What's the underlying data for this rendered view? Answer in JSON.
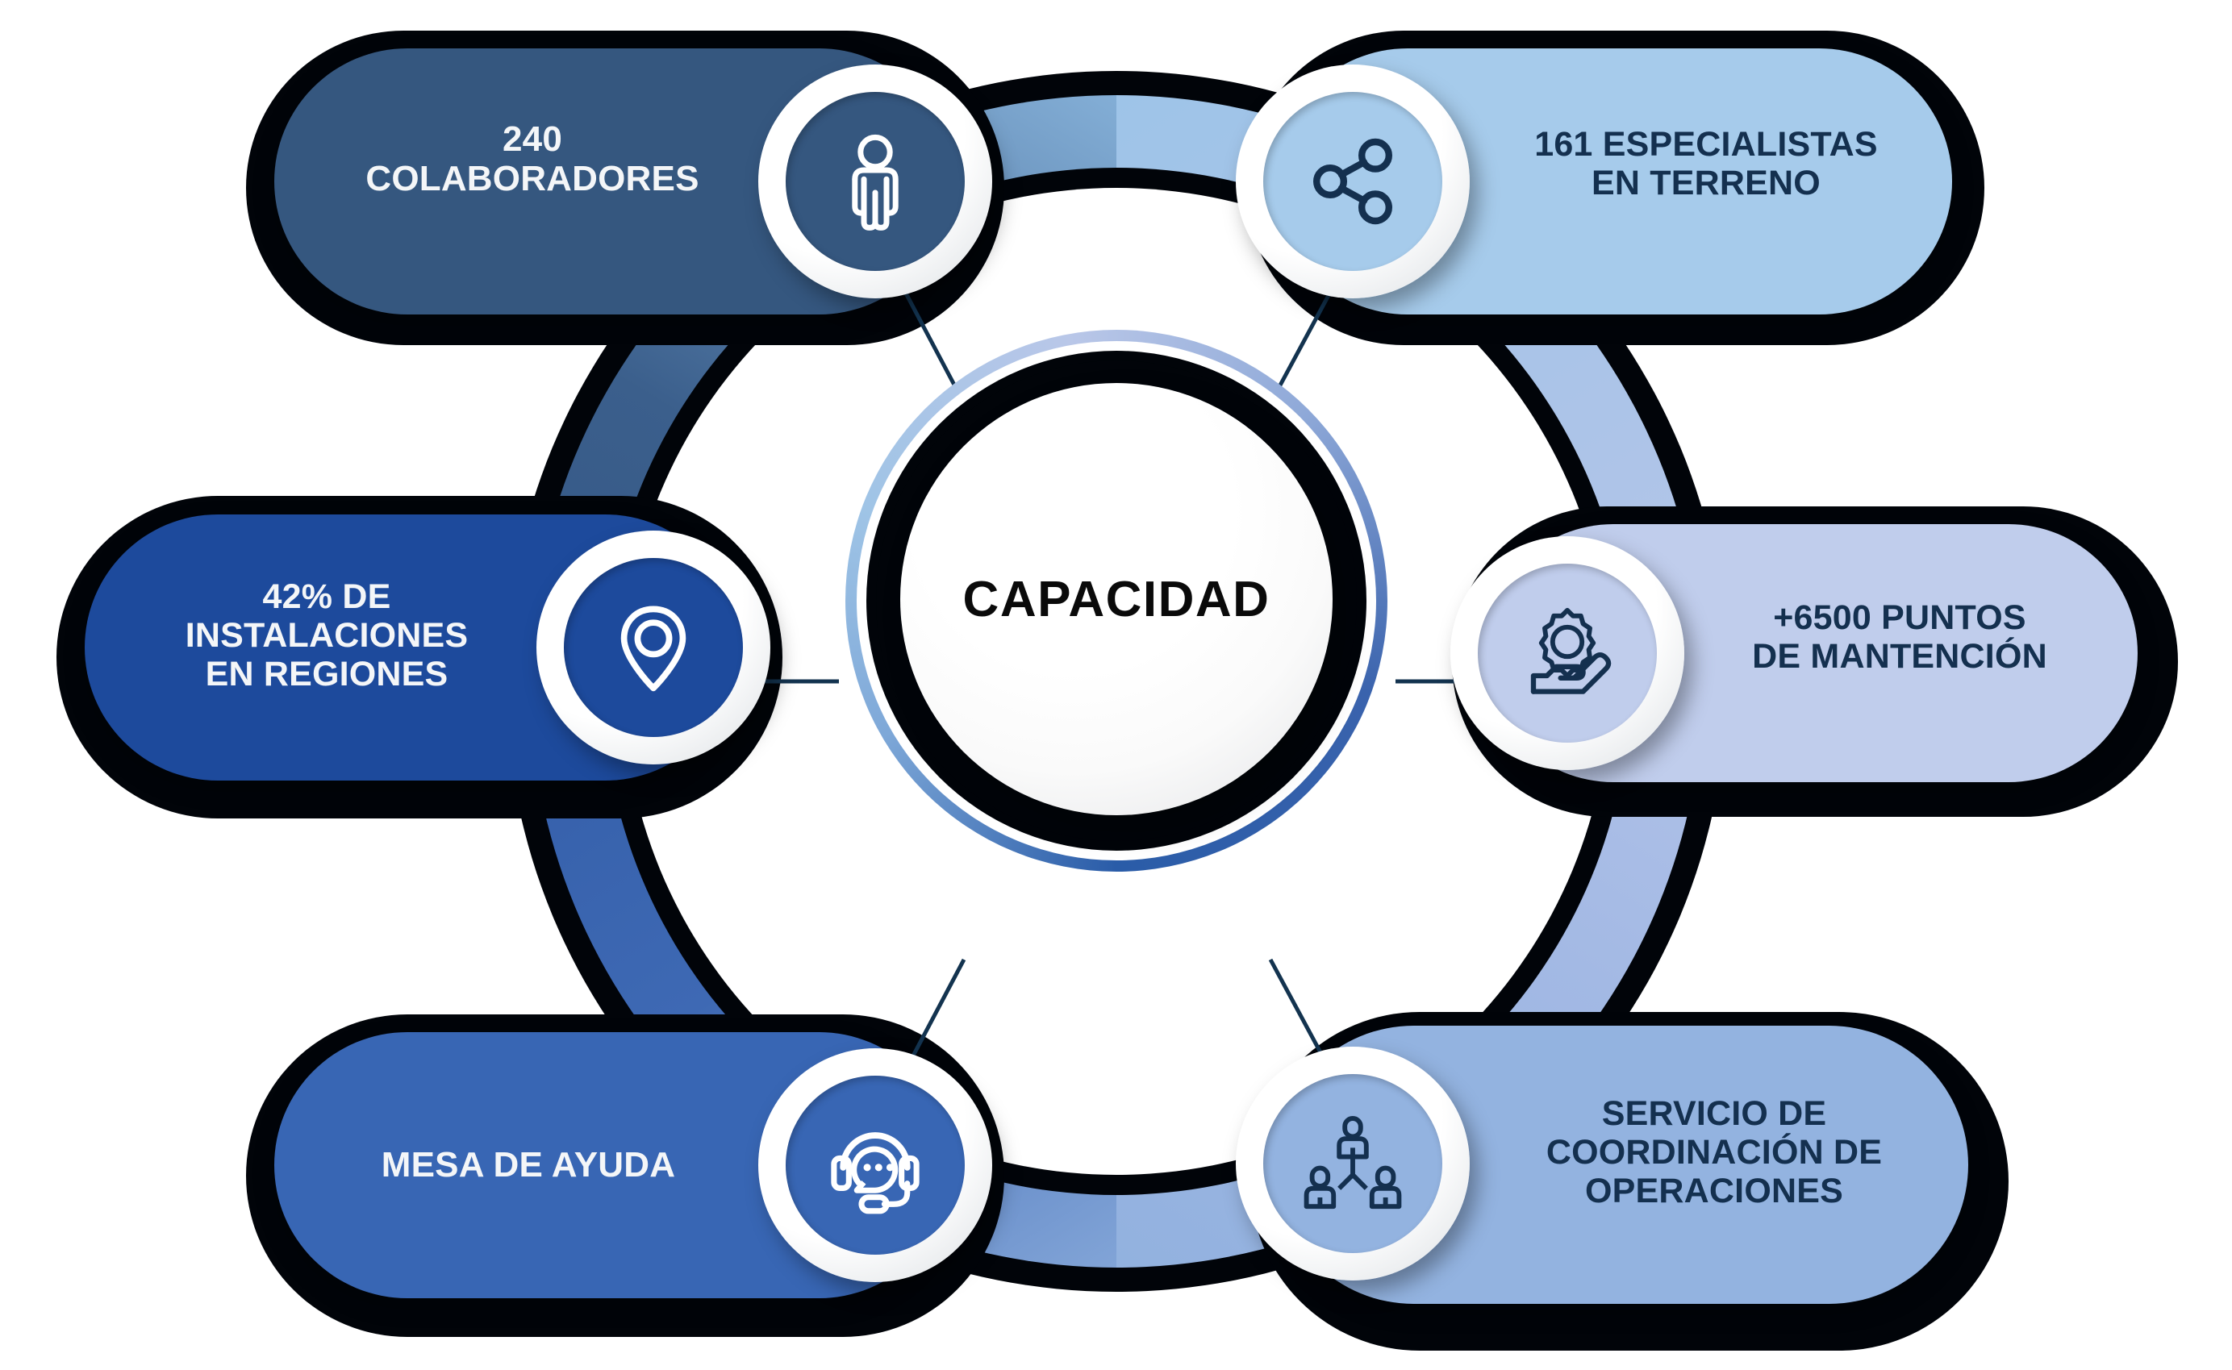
{
  "diagram": {
    "center": {
      "label": "CAPACIDAD",
      "text_color": "#0a0a0a",
      "fill": "#ffffff"
    },
    "nodes": [
      {
        "id": "colaboradores",
        "label": "240\nCOLABORADORES",
        "icon": "person-icon",
        "fill": "#35577f",
        "text_color": "#f4f6f8",
        "icon_color": "#ffffff",
        "position": "top-left"
      },
      {
        "id": "especialistas",
        "label": "161 ESPECIALISTAS\nEN TERRENO",
        "icon": "share-network-icon",
        "fill": "#a6cbeb",
        "text_color": "#14304f",
        "icon_color": "#14304f",
        "position": "top-right"
      },
      {
        "id": "instalaciones",
        "label": "42% DE\nINSTALACIONES\nEN REGIONES",
        "icon": "location-pin-icon",
        "fill": "#1d4a9c",
        "text_color": "#f4f6f8",
        "icon_color": "#ffffff",
        "position": "middle-left"
      },
      {
        "id": "mantencion",
        "label": "+6500 PUNTOS\nDE MANTENCIÓN",
        "icon": "hand-gear-icon",
        "fill": "#c0cdec",
        "text_color": "#14304f",
        "icon_color": "#14304f",
        "position": "middle-right"
      },
      {
        "id": "mesa-ayuda",
        "label": "MESA DE AYUDA",
        "icon": "headset-support-icon",
        "fill": "#3866b4",
        "text_color": "#f4f6f8",
        "icon_color": "#ffffff",
        "position": "bottom-left"
      },
      {
        "id": "coordinacion",
        "label": "SERVICIO DE\nCOORDINACIÓN DE\nOPERACIONES",
        "icon": "team-org-icon",
        "fill": "#93b3e0",
        "text_color": "#14304f",
        "icon_color": "#14304f",
        "position": "bottom-right"
      }
    ],
    "ring": {
      "shadow_color": "#010409",
      "segment_colors": [
        "#35577f",
        "#a6cbeb",
        "#1d4a9c",
        "#c0cdec",
        "#3866b4",
        "#93b3e0"
      ]
    },
    "connector_color": "#13334f"
  }
}
